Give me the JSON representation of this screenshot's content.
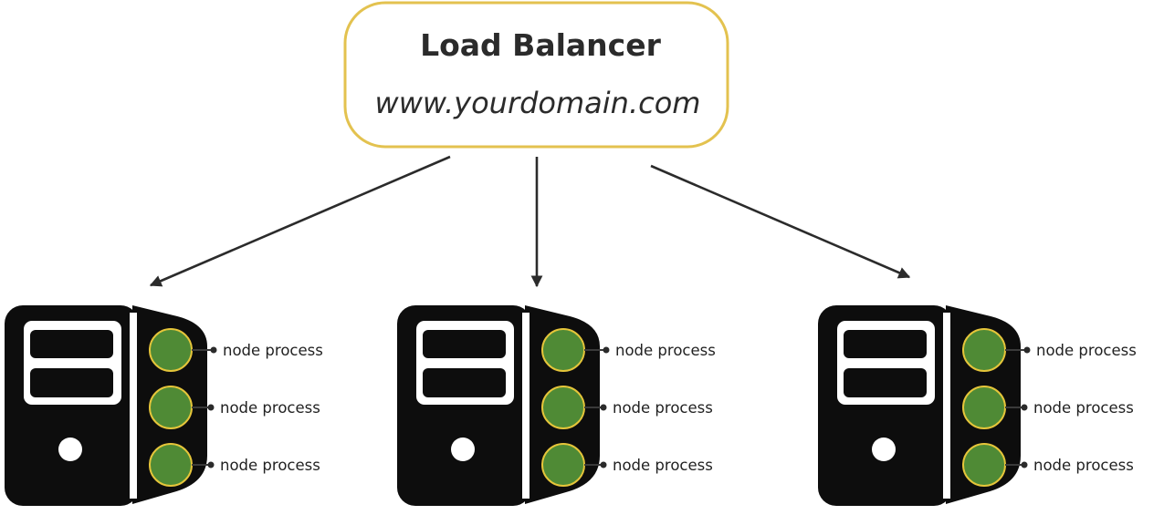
{
  "load_balancer": {
    "title": "Load Balancer",
    "domain": "www.yourdomain.com"
  },
  "servers": [
    {
      "processes": [
        {
          "label": "node process"
        },
        {
          "label": "node process"
        },
        {
          "label": "node process"
        }
      ]
    },
    {
      "processes": [
        {
          "label": "node process"
        },
        {
          "label": "node process"
        },
        {
          "label": "node process"
        }
      ]
    },
    {
      "processes": [
        {
          "label": "node process"
        },
        {
          "label": "node process"
        },
        {
          "label": "node process"
        }
      ]
    }
  ],
  "colors": {
    "lb_border": "#e3c24f",
    "server_body": "#0d0d0d",
    "process_fill": "#4f8a35",
    "process_border": "#e5c53a",
    "connector": "#3a3a3a",
    "arrow": "#2b2b2b"
  }
}
